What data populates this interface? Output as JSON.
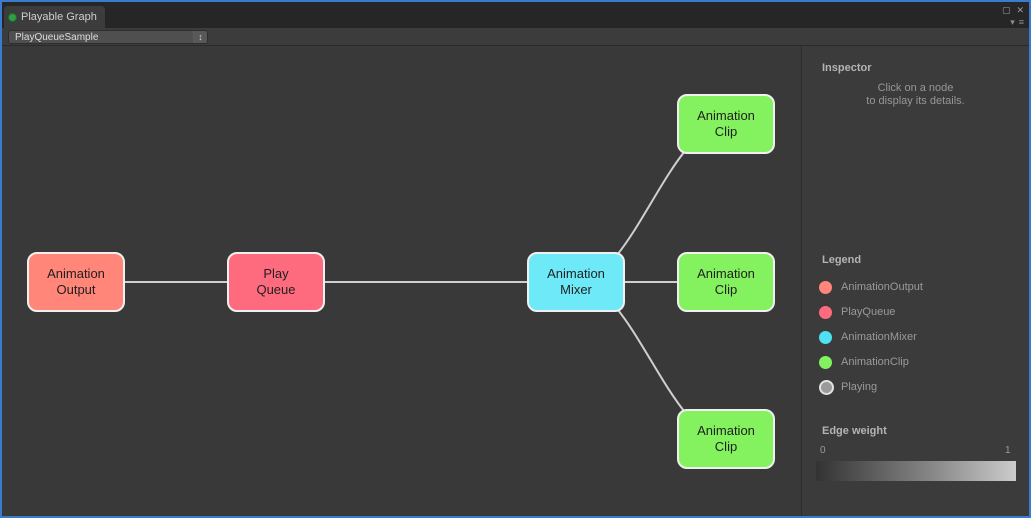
{
  "window": {
    "tab": "Playable Graph",
    "icons": {
      "maximize": "▢",
      "close": "✕",
      "pane_dropdown": "▾",
      "pane_menu": "≡",
      "selector_arrows": "↕"
    }
  },
  "toolbar": {
    "graph_selector": "PlayQueueSample"
  },
  "graph": {
    "edge_color": "#cfcfcf",
    "nodes": [
      {
        "name": "AnimationOutput",
        "line1": "Animation",
        "line2": "Output",
        "color": "#ff8678"
      },
      {
        "name": "PlayQueue",
        "line1": "Play",
        "line2": "Queue",
        "color": "#ff6b7e"
      },
      {
        "name": "AnimationMixer",
        "line1": "Animation",
        "line2": "Mixer",
        "color": "#6ee9f8"
      },
      {
        "name": "AnimationClip",
        "line1": "Animation",
        "line2": "Clip",
        "color": "#83f25e"
      },
      {
        "name": "AnimationClip",
        "line1": "Animation",
        "line2": "Clip",
        "color": "#83f25e"
      },
      {
        "name": "AnimationClip",
        "line1": "Animation",
        "line2": "Clip",
        "color": "#83f25e"
      }
    ]
  },
  "inspector": {
    "title": "Inspector",
    "hint_line1": "Click on a node",
    "hint_line2": "to display its details."
  },
  "legend": {
    "title": "Legend",
    "items": [
      {
        "label": "AnimationOutput",
        "color": "#ff8678"
      },
      {
        "label": "PlayQueue",
        "color": "#ff6b7e"
      },
      {
        "label": "AnimationMixer",
        "color": "#4fe1f2"
      },
      {
        "label": "AnimationClip",
        "color": "#83f25e"
      },
      {
        "label": "Playing",
        "color": "#9a9a9a"
      }
    ]
  },
  "edge_weight": {
    "title": "Edge weight",
    "min": "0",
    "max": "1"
  }
}
